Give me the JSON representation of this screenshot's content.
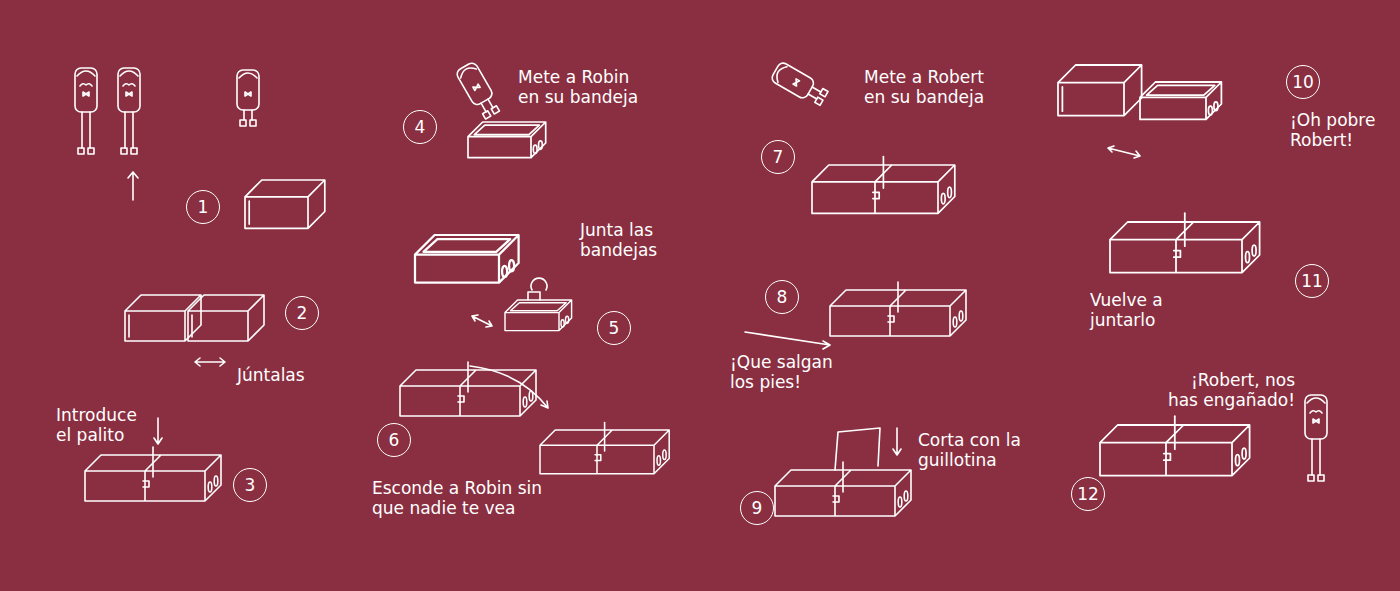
{
  "diagram": {
    "nodes": [
      {
        "text": [
          "1"
        ]
      },
      {
        "text": [
          "2"
        ]
      },
      {
        "text": [
          "3"
        ]
      },
      {
        "text": [
          "4"
        ]
      },
      {
        "text": [
          "5"
        ]
      },
      {
        "text": [
          "6"
        ]
      },
      {
        "text": [
          "7"
        ]
      },
      {
        "text": [
          "8"
        ]
      },
      {
        "text": [
          "9"
        ]
      },
      {
        "text": [
          "10"
        ]
      },
      {
        "text": [
          "11"
        ]
      },
      {
        "text": [
          "12"
        ]
      }
    ],
    "labels": [
      "Júntalas",
      "Introduce el palito",
      "Mete a Robin en su bandeja",
      "Junta las bandejas",
      "Esconde a Robin sin que nadie te vea",
      "Mete a Robert en su bandeja",
      "¡Que salgan los pies!",
      "Corta con la guillotina",
      "¡Oh pobre Robert!",
      "Vuelve a juntarlo",
      "¡Robert, nos has engañado!"
    ]
  }
}
